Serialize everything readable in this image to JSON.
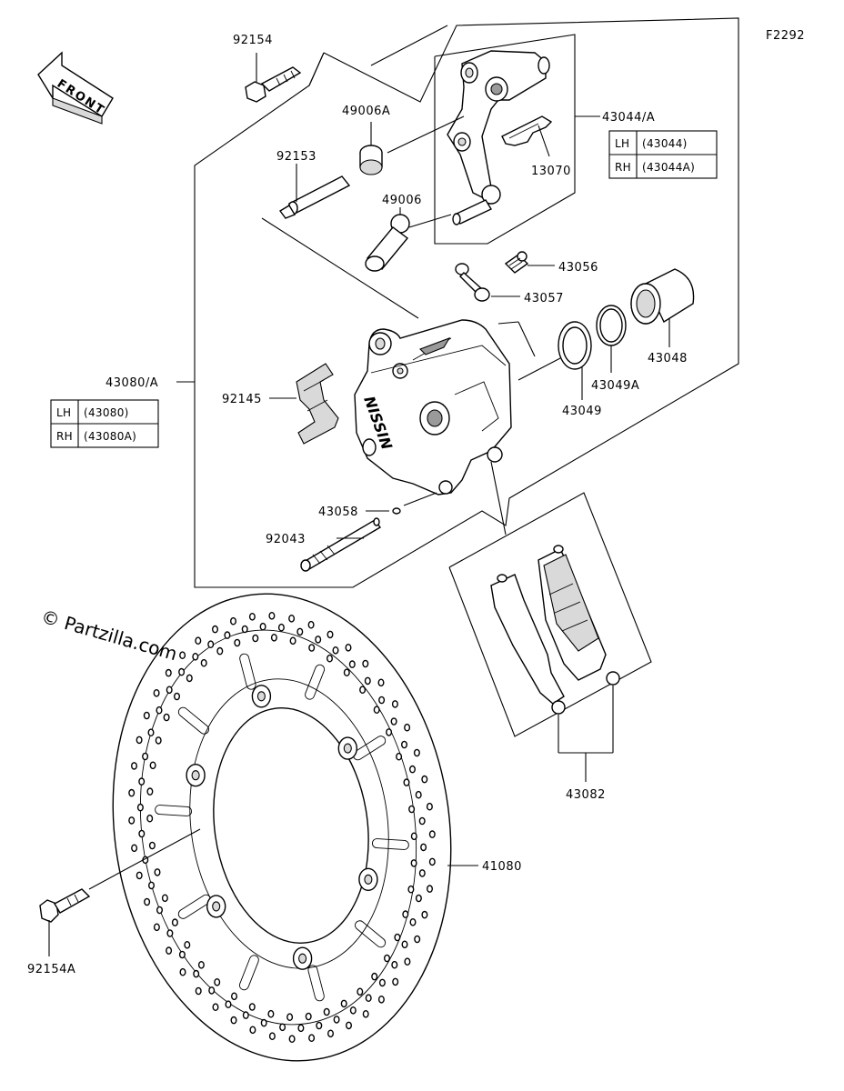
{
  "diagram_id": "F2292",
  "watermark": "© Partzilla.com",
  "front_label": "FRONT",
  "parts": {
    "p92154": "92154",
    "p49006A": "49006A",
    "p92153": "92153",
    "p49006": "49006",
    "p43044A": "43044/A",
    "p13070": "13070",
    "p43056": "43056",
    "p43057": "43057",
    "p43048": "43048",
    "p43049A": "43049A",
    "p43049": "43049",
    "p43080A": "43080/A",
    "p92145": "92145",
    "p43058": "43058",
    "p92043": "92043",
    "p43082": "43082",
    "p41080": "41080",
    "p92154A": "92154A"
  },
  "tables": {
    "bracket": [
      {
        "side": "LH",
        "code": "(43044)"
      },
      {
        "side": "RH",
        "code": "(43044A)"
      }
    ],
    "caliper": [
      {
        "side": "LH",
        "code": "(43080)"
      },
      {
        "side": "RH",
        "code": "(43080A)"
      }
    ]
  }
}
